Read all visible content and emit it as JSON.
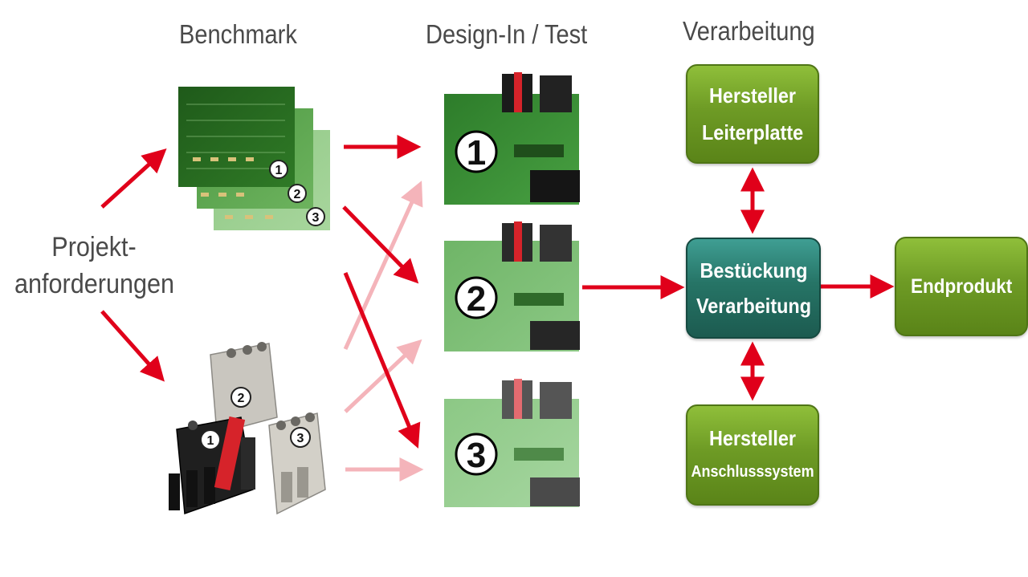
{
  "columns": {
    "benchmark": "Benchmark",
    "design": "Design-In / Test",
    "processing": "Verarbeitung"
  },
  "requirements": {
    "line1": "Projekt-",
    "line2": "anforderungen"
  },
  "boxes": {
    "pcb_maker": {
      "line1": "Hersteller",
      "line2": "Leiterplatte"
    },
    "assembly": {
      "line1": "Bestückung",
      "line2": "Verarbeitung"
    },
    "end_product": {
      "line1": "Endprodukt"
    },
    "connector_maker": {
      "line1": "Hersteller",
      "line2": "Anschlusssystem"
    }
  },
  "numbers": {
    "one": "1",
    "two": "2",
    "three": "3"
  },
  "colors": {
    "arrow_red": "#e0001a",
    "arrow_faded": "#f4a9b0",
    "box_green": "#6e9b25",
    "box_teal": "#267466"
  }
}
